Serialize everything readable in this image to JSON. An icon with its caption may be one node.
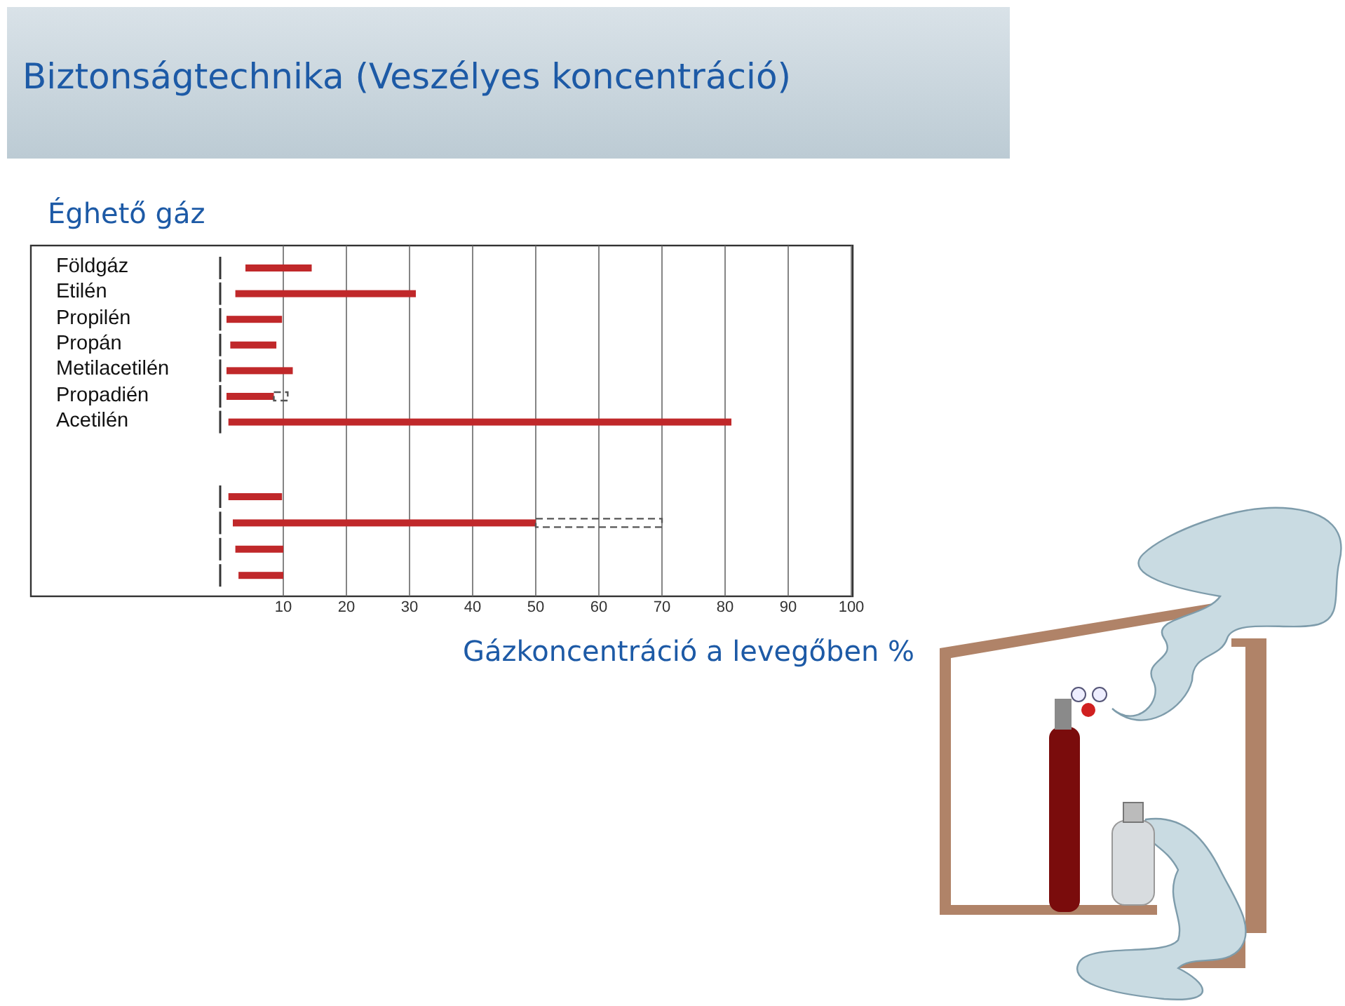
{
  "diagram": {
    "title": "Biztonságtechnika (Veszélyes koncentráció)",
    "labels": [
      "Éghető gáz",
      "Földgáz",
      "Etilén",
      "Propilén",
      "Propán",
      "Metilacetilén",
      "Propadién",
      "Acetilén",
      "10",
      "20",
      "30",
      "40",
      "50",
      "60",
      "70",
      "80",
      "90",
      "100",
      "Gázkoncentráció a levegőben %"
    ]
  }
}
